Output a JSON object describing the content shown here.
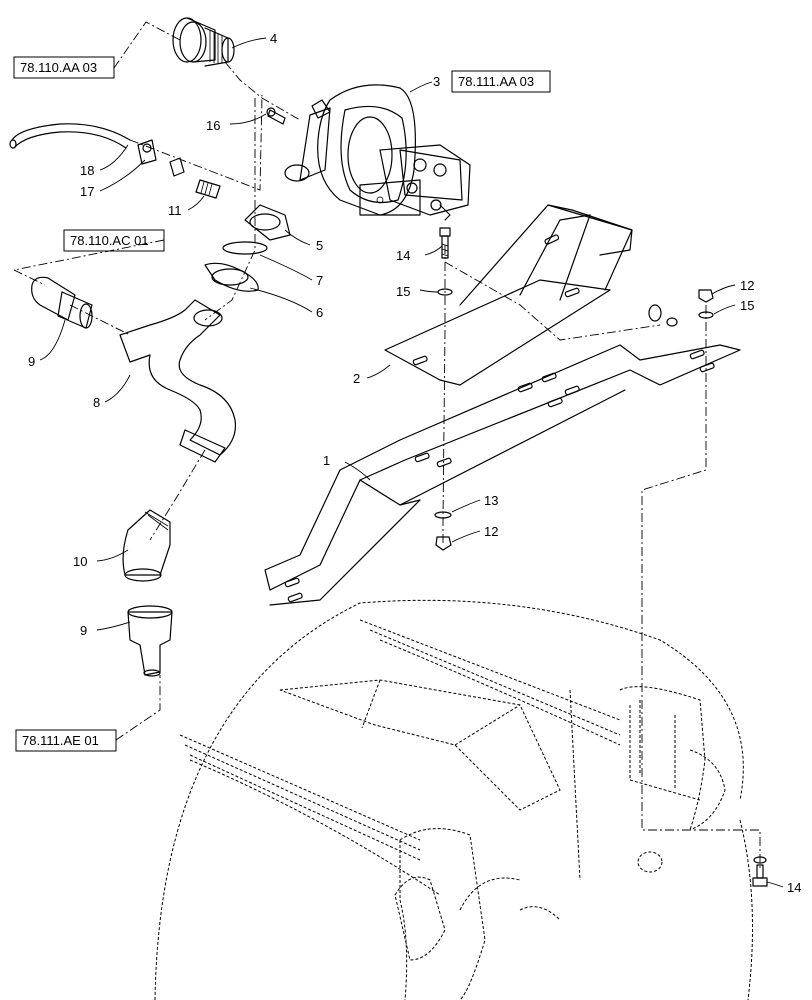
{
  "diagram": {
    "references": [
      {
        "id": "ref-top",
        "text": "78.110.AA 03"
      },
      {
        "id": "ref-pump",
        "text": "78.111.AA 03"
      },
      {
        "id": "ref-mid",
        "text": "78.110.AC 01"
      },
      {
        "id": "ref-bottom",
        "text": "78.111.AE 01"
      }
    ],
    "callouts": {
      "c4": "4",
      "c3": "3",
      "c16": "16",
      "c18": "18",
      "c17": "17",
      "c11": "11",
      "c5": "5",
      "c7": "7",
      "c6": "6",
      "c14a": "14",
      "c15a": "15",
      "c12a": "12",
      "c15b": "15",
      "c9a": "9",
      "c8": "8",
      "c2": "2",
      "c1": "1",
      "c13": "13",
      "c12b": "12",
      "c10": "10",
      "c9b": "9",
      "c14b": "14"
    }
  }
}
